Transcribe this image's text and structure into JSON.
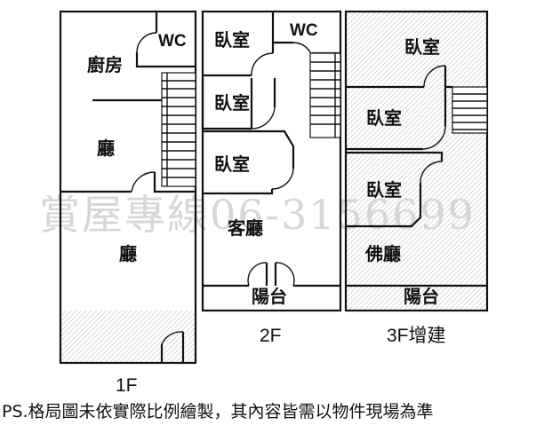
{
  "watermark": "賞屋專線06-3156699",
  "floor_1": {
    "label": "1F",
    "rooms": {
      "kitchen": "廚房",
      "wc": "WC",
      "hall_upper": "廳",
      "hall_lower": "廳"
    }
  },
  "floor_2": {
    "label": "2F",
    "rooms": {
      "bedroom_1": "臥室",
      "wc": "WC",
      "bedroom_2": "臥室",
      "bedroom_3": "臥室",
      "living_room": "客廳",
      "balcony": "陽台"
    }
  },
  "floor_3": {
    "label": "3F增建",
    "rooms": {
      "bedroom_1": "臥室",
      "bedroom_2": "臥室",
      "bedroom_3": "臥室",
      "buddha_hall": "佛廳",
      "balcony": "陽台"
    }
  },
  "footnote": "PS.格局圖未依實際比例繪製，其內容皆需以物件現場為準"
}
